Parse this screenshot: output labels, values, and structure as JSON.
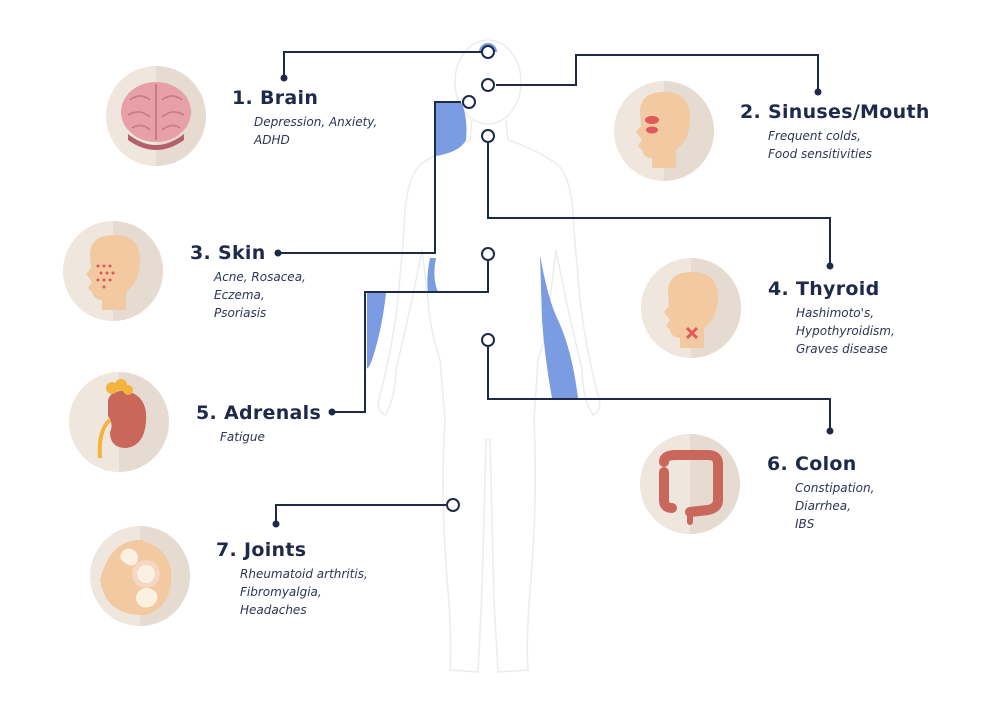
{
  "colors": {
    "line": "#1f2a4a",
    "highlight": "#7b9be3",
    "circle_bg": "#efe6dd",
    "skin": "#f2c9a0",
    "brain": "#e8a0a8",
    "organ": "#c8675a"
  },
  "items": [
    {
      "number": "1.",
      "name": "Brain",
      "details": [
        "Depression, Anxiety,",
        "ADHD"
      ],
      "icon": "brain-icon"
    },
    {
      "number": "2.",
      "name": "Sinuses/Mouth",
      "details": [
        "Frequent colds,",
        "Food sensitivities"
      ],
      "icon": "sinus-head-icon"
    },
    {
      "number": "3.",
      "name": "Skin",
      "details": [
        "Acne, Rosacea,",
        "Eczema,",
        "Psoriasis"
      ],
      "icon": "skin-face-icon"
    },
    {
      "number": "4.",
      "name": "Thyroid",
      "details": [
        "Hashimoto's,",
        "Hypothyroidism,",
        "Graves disease"
      ],
      "icon": "thyroid-head-icon"
    },
    {
      "number": "5.",
      "name": "Adrenals",
      "details": [
        "Fatigue"
      ],
      "icon": "adrenal-kidney-icon"
    },
    {
      "number": "6.",
      "name": "Colon",
      "details": [
        "Constipation,",
        "Diarrhea,",
        "IBS"
      ],
      "icon": "colon-icon"
    },
    {
      "number": "7.",
      "name": "Joints",
      "details": [
        "Rheumatoid arthritis,",
        "Fibromyalgia,",
        "Headaches"
      ],
      "icon": "joint-icon"
    }
  ]
}
